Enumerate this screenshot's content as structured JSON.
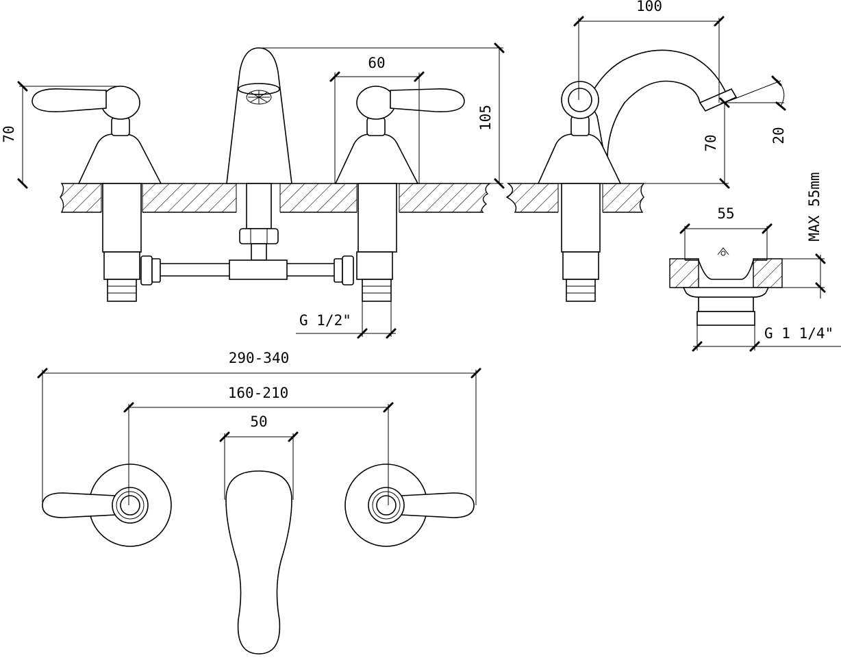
{
  "dimensions": {
    "handle_height": "70",
    "handle_spacing": "60",
    "spout_height": "105",
    "spout_reach": "100",
    "spout_side_height": "70",
    "spout_angle": "20",
    "waste_width": "55",
    "deck_thickness": "MAX 55mm",
    "inlet_thread": "G 1/2\"",
    "waste_thread": "G 1 1/4\"",
    "overall_width": "290-340",
    "handle_centres": "160-210",
    "spout_width": "50"
  }
}
